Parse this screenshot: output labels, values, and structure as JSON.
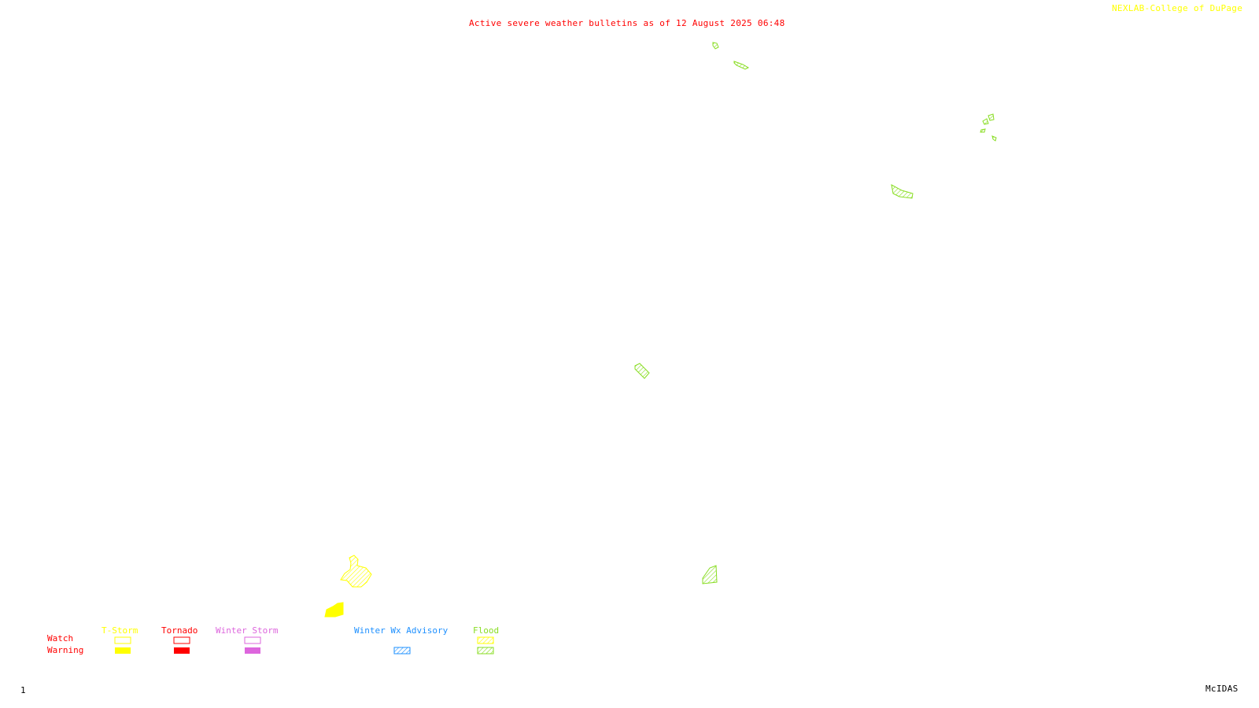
{
  "header": {
    "title": "Active severe weather bulletins as of 12 August 2025 06:48",
    "credit": "NEXLAB-College of DuPage"
  },
  "footer": {
    "frame_number": "1",
    "product": "McIDAS"
  },
  "legend": {
    "row_labels": {
      "watch": "Watch",
      "warning": "Warning"
    },
    "categories": [
      {
        "label": "T-Storm",
        "color": "#ffff00"
      },
      {
        "label": "Tornado",
        "color": "#ff0000"
      },
      {
        "label": "Winter Storm",
        "color": "#dd66dd"
      },
      {
        "label": "Winter Wx Advisory",
        "color": "#1e90ff"
      },
      {
        "label": "Flood",
        "color": "#88dd22"
      }
    ]
  },
  "colors": {
    "title": "#ff0000",
    "credit": "#ffff00",
    "flood": "#88dd22",
    "tstorm": "#ffff00",
    "background": "#ffffff"
  },
  "map_features": [
    {
      "type": "flood",
      "style": "hatched"
    },
    {
      "type": "flood",
      "style": "hatched"
    },
    {
      "type": "flood",
      "style": "hatched"
    },
    {
      "type": "flood",
      "style": "hatched"
    },
    {
      "type": "flood",
      "style": "hatched"
    },
    {
      "type": "tstorm",
      "style": "hatched"
    },
    {
      "type": "tstorm",
      "style": "filled"
    }
  ]
}
